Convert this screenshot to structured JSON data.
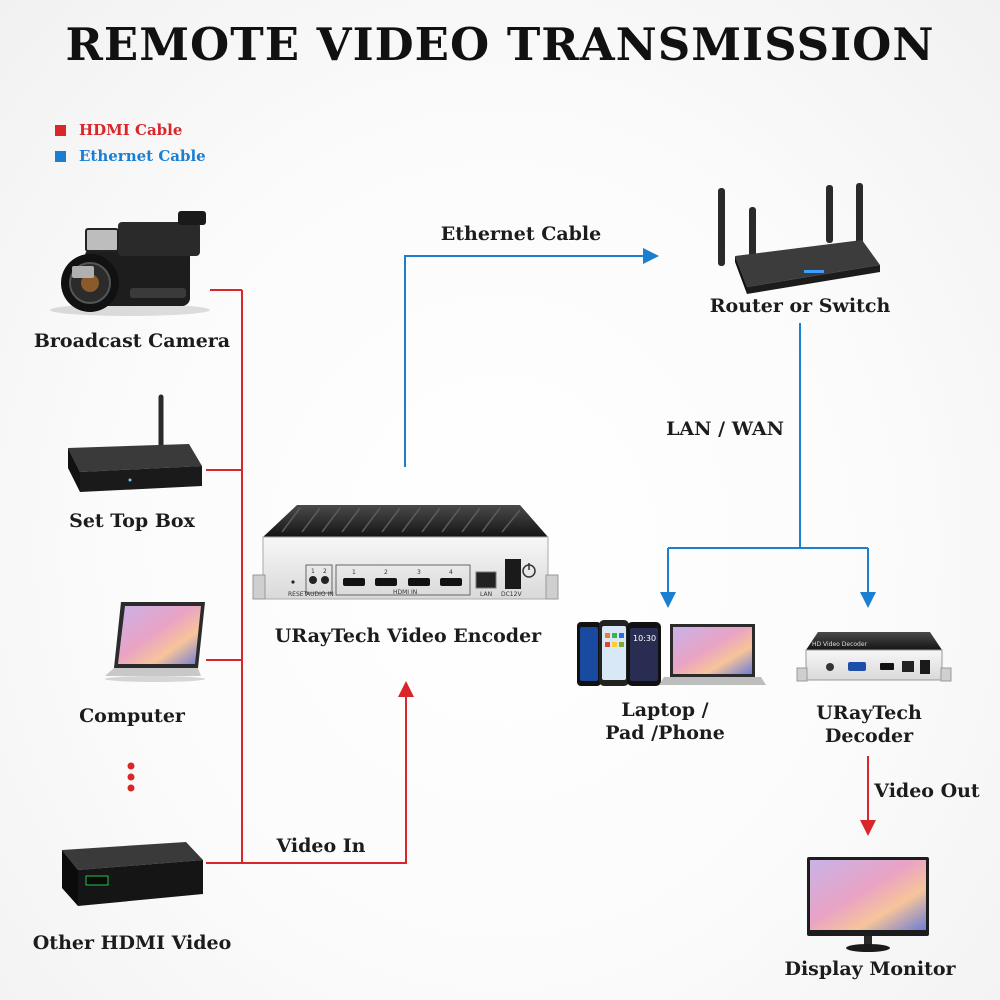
{
  "title": "REMOTE VIDEO TRANSMISSION",
  "legend": [
    {
      "label": "HDMI Cable",
      "color": "#d9262b"
    },
    {
      "label": "Ethernet Cable",
      "color": "#1a7fd1"
    }
  ],
  "sources": {
    "camera": "Broadcast Camera",
    "settop": "Set Top Box",
    "computer": "Computer",
    "other": "Other HDMI Video"
  },
  "encoder": {
    "label": "URayTech Video Encoder",
    "ports": {
      "reset": "RESET",
      "audio": "AUDIO IN",
      "audio_ch": [
        "1",
        "2"
      ],
      "hdmi": "HDMI IN",
      "hdmi_ch": [
        "1",
        "2",
        "3",
        "4"
      ],
      "lan": "LAN",
      "dc": "DC12V"
    }
  },
  "router": {
    "label": "Router or Switch"
  },
  "links": {
    "ethernet": "Ethernet Cable",
    "lanwan": "LAN / WAN",
    "video_in": "Video In",
    "video_out": "Video Out"
  },
  "clients": {
    "line1": "Laptop /",
    "line2": "Pad /Phone"
  },
  "decoder": {
    "line1": "URayTech",
    "line2": "Decoder",
    "panel_title": "HD Video Decoder"
  },
  "monitor": {
    "label": "Display Monitor"
  },
  "phone_clock": "10:30"
}
